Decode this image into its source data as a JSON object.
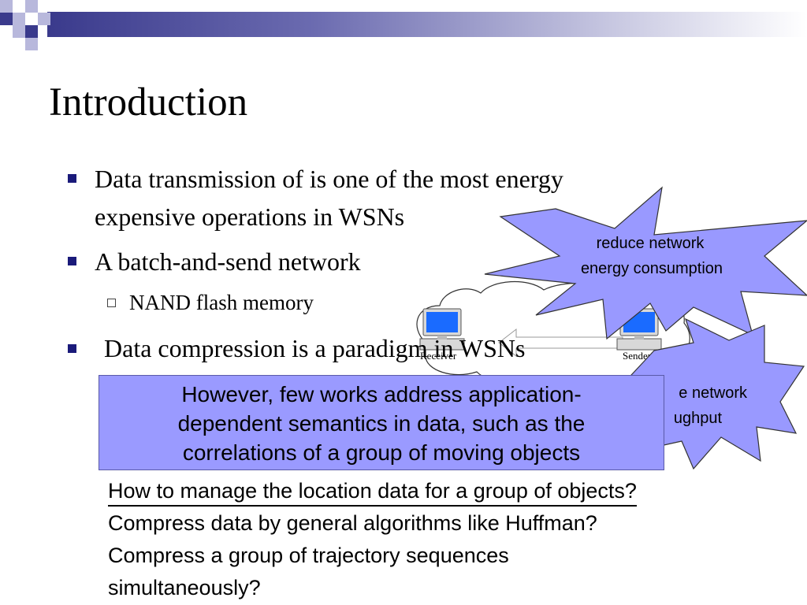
{
  "slide": {
    "title": "Introduction",
    "bullets": [
      {
        "lines": [
          "Data transmission of is one of the most energy",
          "expensive operations in WSNs"
        ]
      },
      {
        "lines": [
          "A batch-and-send network"
        ]
      },
      {
        "lines": [
          "NAND flash memory"
        ]
      },
      {
        "lines": [
          "Data compression is a paradigm in WSNs"
        ]
      }
    ]
  },
  "diagram": {
    "receiver_label": "Receiver",
    "sender_label": "Sender",
    "callout1": {
      "line1": "reduce network",
      "line2": "energy consumption"
    },
    "callout2": {
      "line1": "e network",
      "line2": "ughput"
    }
  },
  "overlay": {
    "lines": [
      "However, few works address application-",
      "dependent semantics in data, such as the",
      "correlations of a group of moving objects"
    ]
  },
  "questions": {
    "lines": [
      "How to manage the location data for a group of objects?",
      "Compress data by general algorithms like Huffman?",
      "Compress a group of trajectory sequences",
      "simultaneously?"
    ]
  },
  "colors": {
    "starburst_fill": "#9999ff",
    "overlay_fill": "#9a9aff",
    "bullet_marker": "#1a1a7a",
    "deco_dark": "#3a3a8c"
  }
}
